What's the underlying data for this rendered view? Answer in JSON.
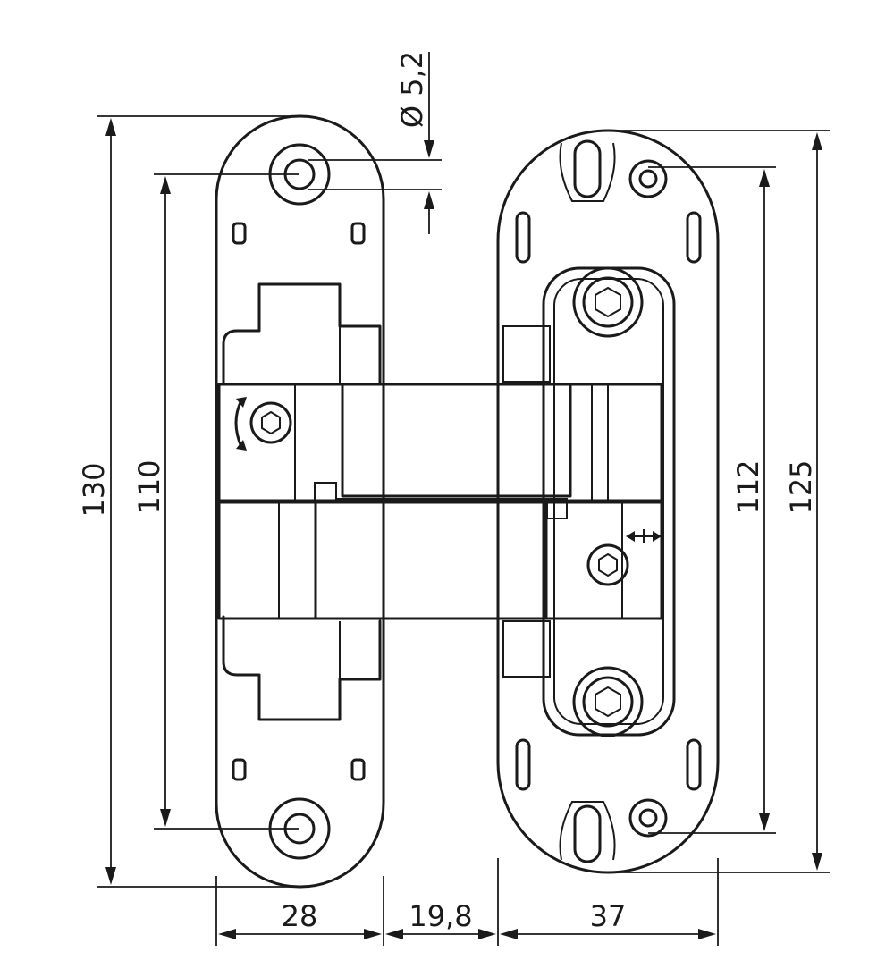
{
  "dimensions": {
    "total_height_left": "130",
    "hole_spacing_left": "110",
    "hole_spacing_right": "112",
    "total_height_right": "125",
    "hole_diameter": "Ø 5,2",
    "width_left_plate": "28",
    "gap_width": "19,8",
    "width_right_plate": "37"
  }
}
